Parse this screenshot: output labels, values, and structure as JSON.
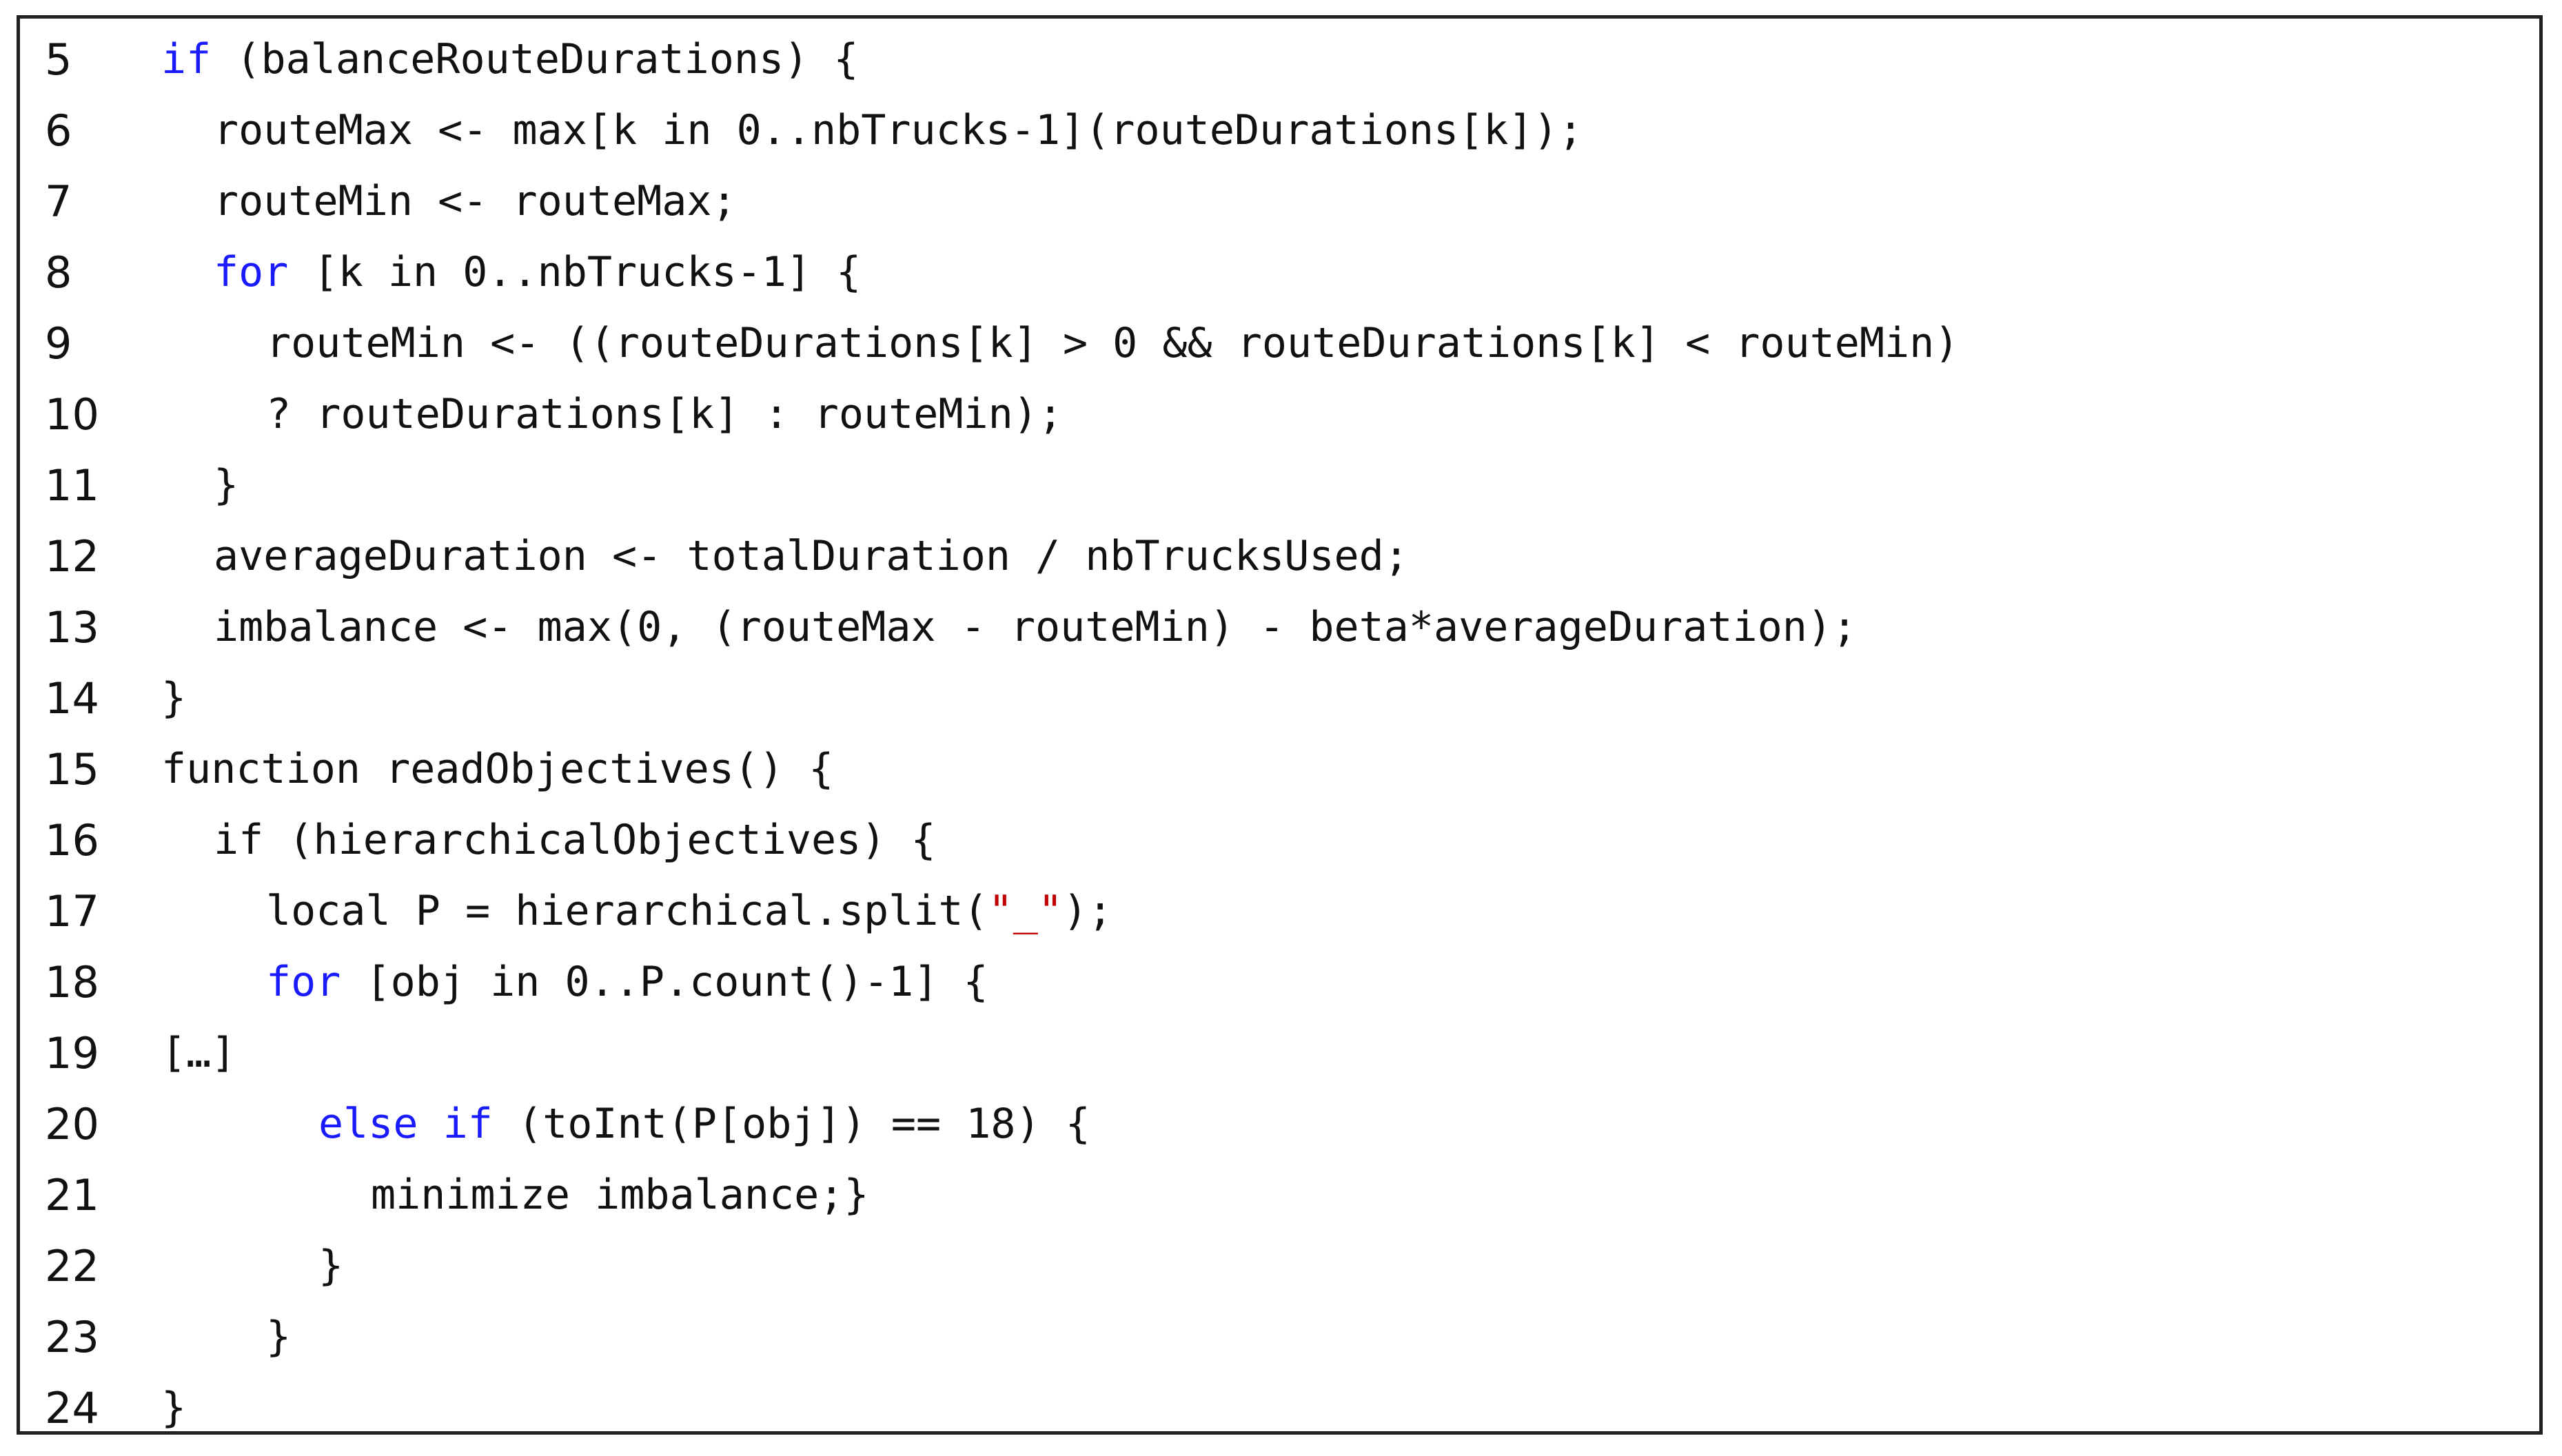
{
  "colors": {
    "keyword": "#1a1aff",
    "string": "#c00000",
    "text": "#111111",
    "border": "#222222",
    "background": "#ffffff"
  },
  "lines": [
    {
      "num": "5",
      "indent": 0,
      "tokens": [
        {
          "t": "kw",
          "v": "if"
        },
        {
          "t": "plain",
          "v": " (balanceRouteDurations) {"
        }
      ]
    },
    {
      "num": "6",
      "indent": 1,
      "tokens": [
        {
          "t": "plain",
          "v": "routeMax <- max[k in 0..nbTrucks-1](routeDurations[k]);"
        }
      ]
    },
    {
      "num": "7",
      "indent": 1,
      "tokens": [
        {
          "t": "plain",
          "v": "routeMin <- routeMax;"
        }
      ]
    },
    {
      "num": "8",
      "indent": 1,
      "tokens": [
        {
          "t": "kw",
          "v": "for"
        },
        {
          "t": "plain",
          "v": " [k in 0..nbTrucks-1] {"
        }
      ]
    },
    {
      "num": "9",
      "indent": 2,
      "tokens": [
        {
          "t": "plain",
          "v": "routeMin <- ((routeDurations[k] > 0 && routeDurations[k] < routeMin)"
        }
      ]
    },
    {
      "num": "10",
      "indent": 2,
      "tokens": [
        {
          "t": "plain",
          "v": "? routeDurations[k] : routeMin);"
        }
      ]
    },
    {
      "num": "11",
      "indent": 1,
      "tokens": [
        {
          "t": "plain",
          "v": "}"
        }
      ]
    },
    {
      "num": "12",
      "indent": 1,
      "tokens": [
        {
          "t": "plain",
          "v": "averageDuration <- totalDuration / nbTrucksUsed;"
        }
      ]
    },
    {
      "num": "13",
      "indent": 1,
      "tokens": [
        {
          "t": "plain",
          "v": "imbalance <- max(0, (routeMax - routeMin) - beta*averageDuration);"
        }
      ]
    },
    {
      "num": "14",
      "indent": 0,
      "tokens": [
        {
          "t": "plain",
          "v": "}"
        }
      ]
    },
    {
      "num": "15",
      "indent": 0,
      "tokens": [
        {
          "t": "plain",
          "v": "function readObjectives() {"
        }
      ]
    },
    {
      "num": "16",
      "indent": 1,
      "tokens": [
        {
          "t": "plain",
          "v": "if (hierarchicalObjectives) {"
        }
      ]
    },
    {
      "num": "17",
      "indent": 2,
      "tokens": [
        {
          "t": "plain",
          "v": "local P = hierarchical.split("
        },
        {
          "t": "str",
          "v": "\"_\""
        },
        {
          "t": "plain",
          "v": ");"
        }
      ]
    },
    {
      "num": "18",
      "indent": 2,
      "tokens": [
        {
          "t": "kw",
          "v": "for"
        },
        {
          "t": "plain",
          "v": " [obj in 0..P.count()-1] {"
        }
      ]
    },
    {
      "num": "19",
      "indent": 0,
      "tokens": [
        {
          "t": "plain",
          "v": "[…]"
        }
      ]
    },
    {
      "num": "20",
      "indent": 3,
      "tokens": [
        {
          "t": "kw",
          "v": "else if"
        },
        {
          "t": "plain",
          "v": " (toInt(P[obj]) == 18) {"
        }
      ]
    },
    {
      "num": "21",
      "indent": 4,
      "tokens": [
        {
          "t": "plain",
          "v": "minimize imbalance;}"
        }
      ]
    },
    {
      "num": "22",
      "indent": 3,
      "tokens": [
        {
          "t": "plain",
          "v": "}"
        }
      ]
    },
    {
      "num": "23",
      "indent": 2,
      "tokens": [
        {
          "t": "plain",
          "v": "}"
        }
      ]
    },
    {
      "num": "24",
      "indent": 0,
      "tokens": [
        {
          "t": "plain",
          "v": "}"
        }
      ]
    }
  ]
}
